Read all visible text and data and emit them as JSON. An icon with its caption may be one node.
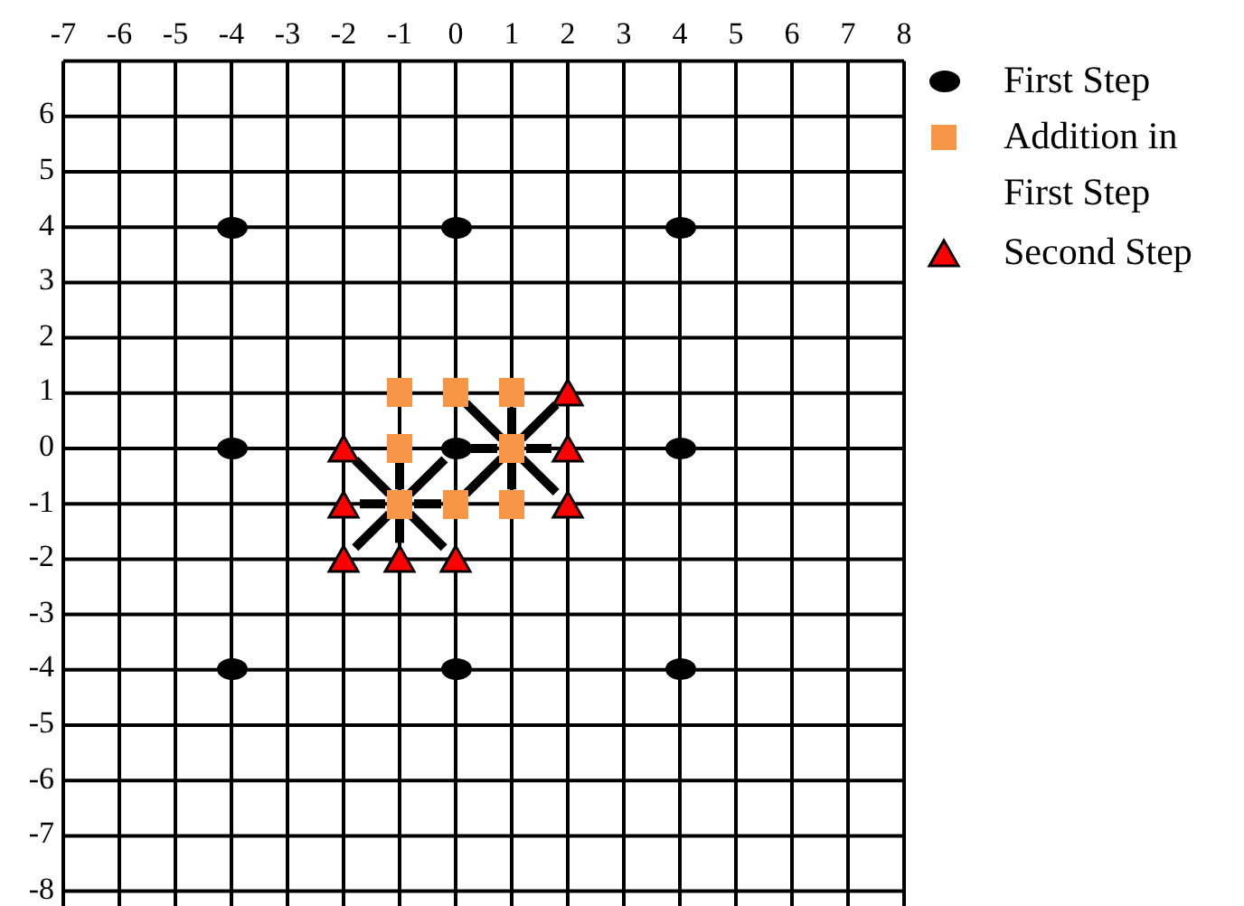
{
  "diagram": {
    "nodes": [
      {
        "text": [],
        "shape": "ellipse"
      },
      {
        "text": [],
        "shape": "ellipse"
      },
      {
        "text": [],
        "shape": "ellipse"
      },
      {
        "text": [],
        "shape": "box"
      },
      {
        "text": [],
        "shape": "box"
      },
      {
        "text": [],
        "shape": "box"
      },
      {
        "text": [],
        "shape": "triangle"
      },
      {
        "text": [],
        "shape": "ellipse"
      },
      {
        "text": [],
        "shape": "triangle"
      },
      {
        "text": [],
        "shape": "box"
      },
      {
        "text": [],
        "shape": "ellipse"
      },
      {
        "text": [],
        "shape": "box"
      },
      {
        "text": [],
        "shape": "triangle"
      },
      {
        "text": [],
        "shape": "ellipse"
      },
      {
        "text": [],
        "shape": "triangle"
      },
      {
        "text": [],
        "shape": "box"
      },
      {
        "text": [],
        "shape": "box"
      },
      {
        "text": [],
        "shape": "box"
      },
      {
        "text": [],
        "shape": "triangle"
      },
      {
        "text": [],
        "shape": "triangle"
      },
      {
        "text": [],
        "shape": "triangle"
      },
      {
        "text": [],
        "shape": "triangle"
      },
      {
        "text": [],
        "shape": "ellipse"
      },
      {
        "text": [],
        "shape": "ellipse"
      },
      {
        "text": [],
        "shape": "ellipse"
      }
    ],
    "edges": [
      {
        "from": 15,
        "to": 8,
        "arrow": "none"
      },
      {
        "from": 15,
        "to": 9,
        "arrow": "none"
      },
      {
        "from": 15,
        "to": 10,
        "arrow": "none"
      },
      {
        "from": 15,
        "to": 14,
        "arrow": "none"
      },
      {
        "from": 15,
        "to": 16,
        "arrow": "none"
      },
      {
        "from": 15,
        "to": 19,
        "arrow": "none"
      },
      {
        "from": 15,
        "to": 20,
        "arrow": "none"
      },
      {
        "from": 15,
        "to": 21,
        "arrow": "none"
      },
      {
        "from": 11,
        "to": 4,
        "arrow": "none"
      },
      {
        "from": 11,
        "to": 5,
        "arrow": "none"
      },
      {
        "from": 11,
        "to": 6,
        "arrow": "none"
      },
      {
        "from": 11,
        "to": 10,
        "arrow": "none"
      },
      {
        "from": 11,
        "to": 12,
        "arrow": "none"
      },
      {
        "from": 11,
        "to": 16,
        "arrow": "none"
      },
      {
        "from": 11,
        "to": 17,
        "arrow": "none"
      },
      {
        "from": 11,
        "to": 18,
        "arrow": "none"
      }
    ],
    "labels": [
      "-7",
      "-6",
      "-5",
      "-4",
      "-3",
      "-2",
      "-1",
      "0",
      "1",
      "2",
      "3",
      "4",
      "5",
      "6",
      "7",
      "8",
      "6",
      "5",
      "4",
      "3",
      "2",
      "1",
      "0",
      "-1",
      "-2",
      "-3",
      "-4",
      "-5",
      "-6",
      "-7",
      "-8"
    ],
    "legend": [
      {
        "text": "First Step"
      },
      {
        "text": "Addition in First Step",
        "color": "#f79646"
      },
      {
        "text": "Second Step"
      }
    ]
  }
}
